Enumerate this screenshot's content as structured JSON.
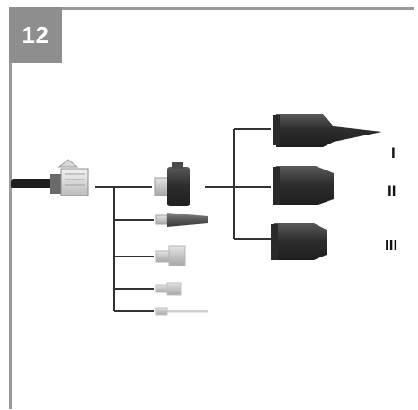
{
  "step": {
    "number": "12"
  },
  "labels": {
    "i": "I",
    "ii": "II",
    "iii": "III"
  },
  "colors": {
    "frame": "#9a9a9a",
    "badge": "#8e8e8e",
    "line": "#333333",
    "part_dark": "#3a3a3a",
    "part_light": "#cfcfcf"
  }
}
